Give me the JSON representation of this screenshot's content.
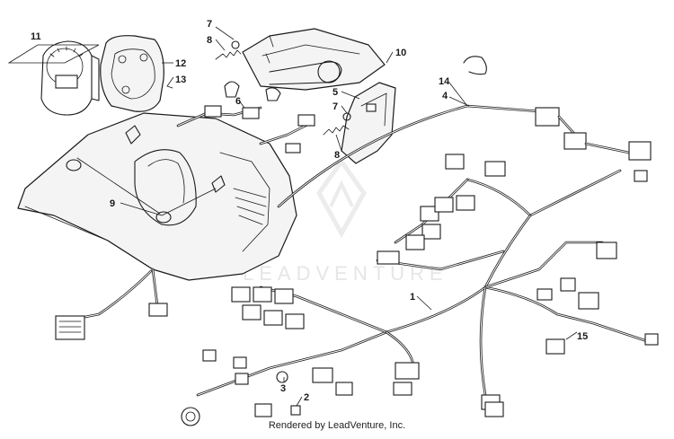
{
  "callouts": [
    {
      "id": "c11",
      "text": "11"
    },
    {
      "id": "c12",
      "text": "12"
    },
    {
      "id": "c13",
      "text": "13"
    },
    {
      "id": "c7a",
      "text": "7"
    },
    {
      "id": "c8a",
      "text": "8"
    },
    {
      "id": "c6",
      "text": "6"
    },
    {
      "id": "c10",
      "text": "10"
    },
    {
      "id": "c5",
      "text": "5"
    },
    {
      "id": "c7b",
      "text": "7"
    },
    {
      "id": "c8b",
      "text": "8"
    },
    {
      "id": "c9",
      "text": "9"
    },
    {
      "id": "c14",
      "text": "14"
    },
    {
      "id": "c4",
      "text": "4"
    },
    {
      "id": "c1",
      "text": "1"
    },
    {
      "id": "c3",
      "text": "3"
    },
    {
      "id": "c2",
      "text": "2"
    },
    {
      "id": "c15",
      "text": "15"
    }
  ],
  "watermark": {
    "text": "LEADVENTURE"
  },
  "footer": {
    "text": "Rendered by LeadVenture, Inc."
  }
}
